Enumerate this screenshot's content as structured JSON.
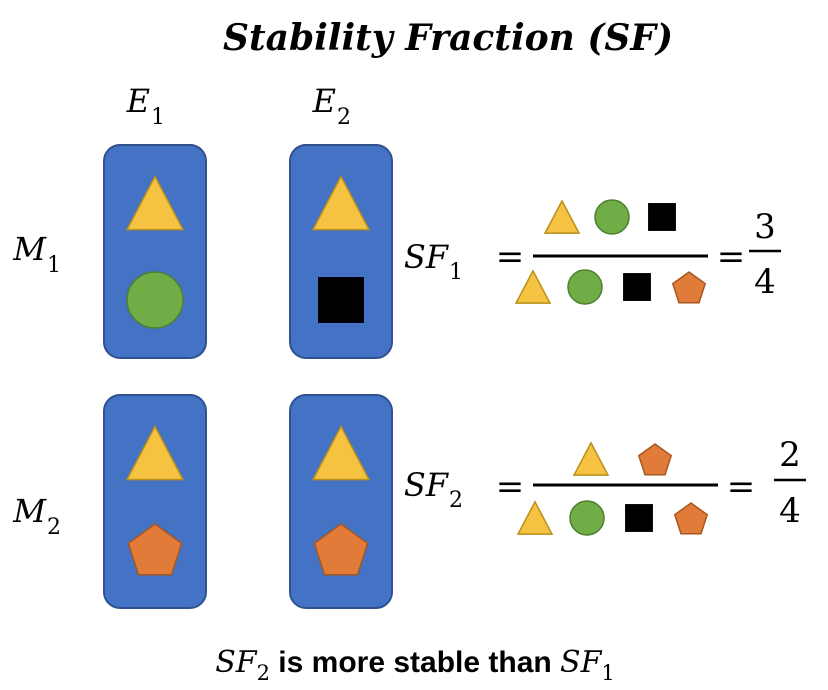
{
  "title": "Stability Fraction (SF)",
  "columns": [
    {
      "base": "E",
      "sub": "1"
    },
    {
      "base": "E",
      "sub": "2"
    }
  ],
  "rows": [
    {
      "base": "M",
      "sub": "1",
      "cells": [
        [
          "triangle",
          "circle"
        ],
        [
          "triangle",
          "square"
        ]
      ]
    },
    {
      "base": "M",
      "sub": "2",
      "cells": [
        [
          "triangle",
          "pentagon"
        ],
        [
          "triangle",
          "pentagon"
        ]
      ]
    }
  ],
  "fractions": [
    {
      "base": "SF",
      "sub": "1",
      "numerator_shapes": [
        "triangle",
        "circle",
        "square"
      ],
      "denominator_shapes": [
        "triangle",
        "circle",
        "square",
        "pentagon"
      ],
      "result_numerator": "3",
      "result_denominator": "4"
    },
    {
      "base": "SF",
      "sub": "2",
      "numerator_shapes": [
        "triangle",
        "pentagon"
      ],
      "denominator_shapes": [
        "triangle",
        "circle",
        "square",
        "pentagon"
      ],
      "result_numerator": "2",
      "result_denominator": "4"
    }
  ],
  "equals_sign": "=",
  "footer": {
    "left_base": "SF",
    "left_sub": "2",
    "text": " is more stable than ",
    "right_base": "SF",
    "right_sub": "1"
  },
  "colors": {
    "box_fill": "#4472c4",
    "box_stroke": "#2f528f",
    "triangle": "#f5c242",
    "triangle_stroke": "#b8901a",
    "circle": "#70ad47",
    "circle_stroke": "#4e7f30",
    "square": "#000000",
    "pentagon": "#e07b39",
    "pentagon_stroke": "#a8561f"
  }
}
